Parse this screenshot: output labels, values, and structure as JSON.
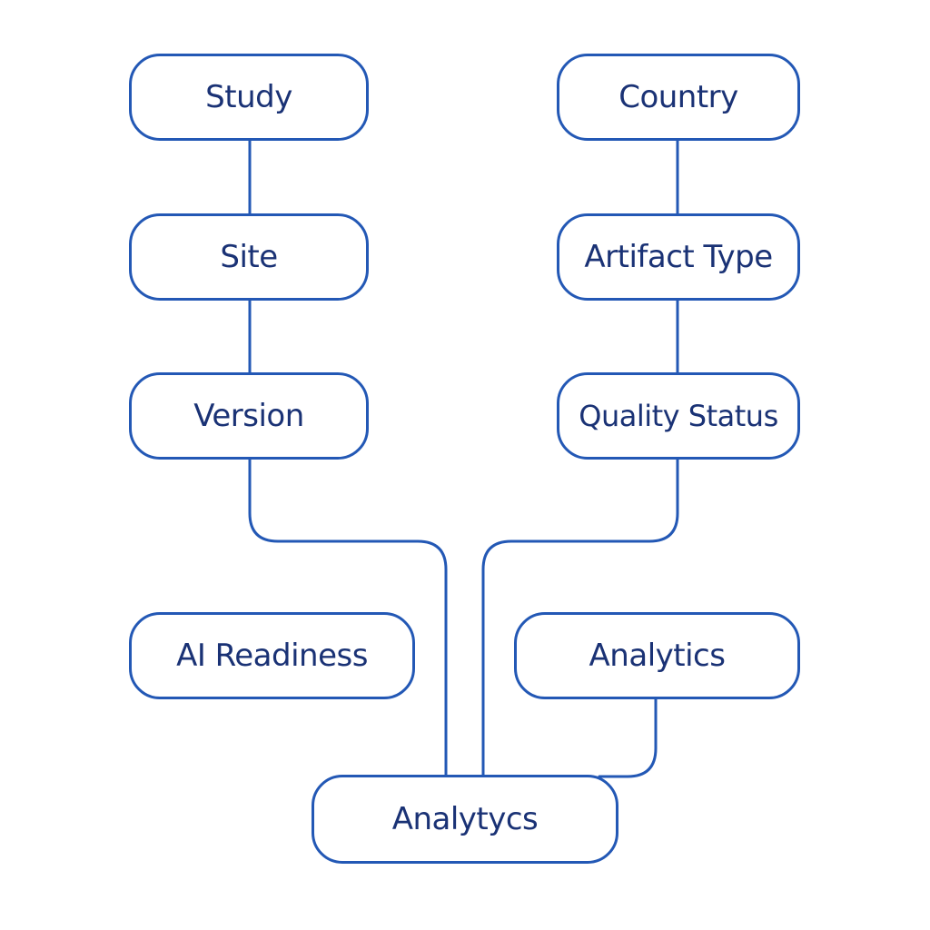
{
  "diagram": {
    "nodes": {
      "study": "Study",
      "site": "Site",
      "version": "Version",
      "country": "Country",
      "artifact_type": "Artifact Type",
      "quality_status": "Quality Status",
      "ai_readiness": "AI Readiness",
      "analytics_right": "Analytics",
      "analytics_bottom": "Analytycs"
    },
    "connections": [
      [
        "study",
        "site"
      ],
      [
        "site",
        "version"
      ],
      [
        "country",
        "artifact_type"
      ],
      [
        "artifact_type",
        "quality_status"
      ],
      [
        "version",
        "analytics_bottom"
      ],
      [
        "quality_status",
        "analytics_bottom"
      ],
      [
        "analytics_right",
        "analytics_bottom"
      ]
    ],
    "colors": {
      "stroke": "#2358b5",
      "text": "#1a3275",
      "background": "#ffffff"
    }
  }
}
